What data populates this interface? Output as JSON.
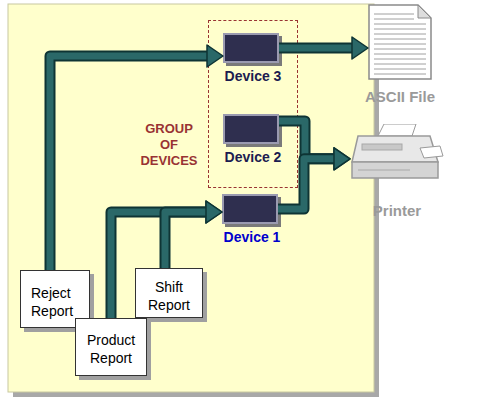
{
  "diagram": {
    "nodes": [
      {
        "text": [
          "GROUP OF DEVICES"
        ]
      },
      {
        "text": [
          "Device 3"
        ],
        "in": 0
      },
      {
        "text": [
          "Device 2"
        ],
        "in": 0
      },
      {
        "text": [
          "ASCII File"
        ]
      },
      {
        "text": [
          "Printer"
        ]
      },
      {
        "text": [
          "Device 1"
        ]
      },
      {
        "text": [
          "Reject Report"
        ]
      },
      {
        "text": [
          "Shift Report"
        ]
      },
      {
        "text": [
          "Product Report"
        ]
      }
    ],
    "edges": [
      {
        "from": 6,
        "to": 1,
        "arrow": "to"
      },
      {
        "from": 8,
        "to": 5,
        "arrow": "to"
      },
      {
        "from": 7,
        "to": 5,
        "arrow": "to"
      },
      {
        "from": 1,
        "to": 3,
        "arrow": "to"
      },
      {
        "from": 2,
        "to": 4,
        "arrow": "to"
      },
      {
        "from": 5,
        "to": 4,
        "arrow": "to"
      }
    ]
  }
}
